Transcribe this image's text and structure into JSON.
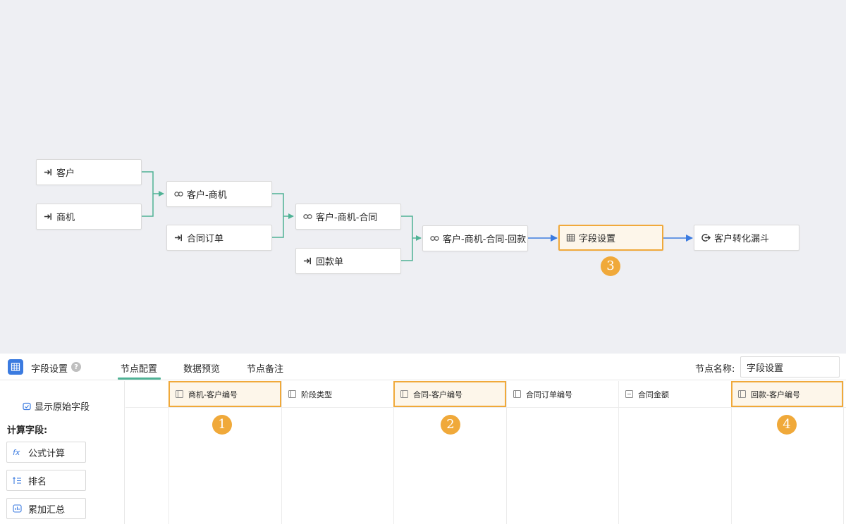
{
  "flow": {
    "nodes": [
      {
        "id": "customer",
        "label": "客户",
        "icon": "enter-icon"
      },
      {
        "id": "opportunity",
        "label": "商机",
        "icon": "enter-icon"
      },
      {
        "id": "customer-opportunity",
        "label": "客户-商机",
        "icon": "link-icon"
      },
      {
        "id": "contract-order",
        "label": "合同订单",
        "icon": "enter-icon"
      },
      {
        "id": "customer-opportunity-contract",
        "label": "客户-商机-合同",
        "icon": "link-icon"
      },
      {
        "id": "payment-slip",
        "label": "回款单",
        "icon": "enter-icon"
      },
      {
        "id": "customer-opportunity-contract-payment",
        "label": "客户-商机-合同-回款",
        "icon": "link-icon"
      },
      {
        "id": "field-settings",
        "label": "字段设置",
        "icon": "table-icon",
        "selected": true
      },
      {
        "id": "conversion-funnel",
        "label": "客户转化漏斗",
        "icon": "output-icon"
      }
    ],
    "badge": "3",
    "colors": {
      "join_link": "#4fb295",
      "flow_link": "#3b7be0",
      "highlight": "#f0a93a"
    }
  },
  "panel": {
    "title": "字段设置",
    "help": "?",
    "tabs": [
      {
        "label": "节点配置",
        "active": true
      },
      {
        "label": "数据预览",
        "active": false
      },
      {
        "label": "节点备注",
        "active": false
      }
    ],
    "node_name_label": "节点名称:",
    "node_name_value": "字段设置",
    "sidebar": {
      "show_original": "显示原始字段",
      "calc_title": "计算字段:",
      "calc_buttons": [
        {
          "label": "公式计算",
          "icon": "fx-icon"
        },
        {
          "label": "排名",
          "icon": "rank-icon"
        },
        {
          "label": "累加汇总",
          "icon": "sum-icon"
        }
      ]
    },
    "columns": [
      {
        "label": "商机-客户编号",
        "icon": "text-field-icon",
        "highlighted": true,
        "badge": "1"
      },
      {
        "label": "阶段类型",
        "icon": "text-field-icon",
        "highlighted": false
      },
      {
        "label": "合同-客户编号",
        "icon": "text-field-icon",
        "highlighted": true,
        "badge": "2"
      },
      {
        "label": "合同订单编号",
        "icon": "text-field-icon",
        "highlighted": false
      },
      {
        "label": "合同金额",
        "icon": "number-field-icon",
        "highlighted": false
      },
      {
        "label": "回款-客户编号",
        "icon": "text-field-icon",
        "highlighted": true,
        "badge": "4"
      }
    ]
  }
}
